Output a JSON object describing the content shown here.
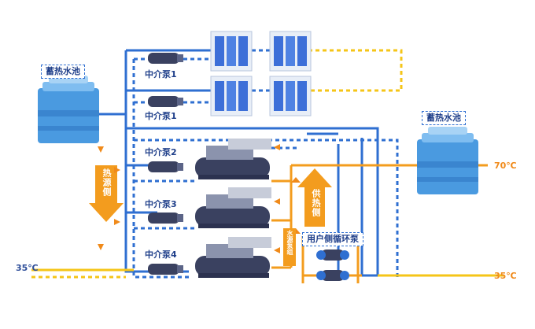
{
  "labels": {
    "tank_left": "蓄热水池",
    "tank_right": "蓄热水池",
    "pump1a": "中介泵1",
    "pump1b": "中介泵1",
    "pump2": "中介泵2",
    "pump3": "中介泵3",
    "pump4": "中介泵4",
    "heat_source_side": "热源侧",
    "heat_supply": "供热侧",
    "user_pump": "用户侧循环泵",
    "small_vertical": "水源泵组"
  },
  "temps": {
    "left_in": "35℃",
    "right_out_hot": "70℃",
    "right_return": "35℃"
  },
  "colors": {
    "blue_pipe": "#2f6fd1",
    "yellow_pipe": "#f5c518",
    "orange_pipe": "#f39c1e",
    "orange_temp": "#f08a1a",
    "tank": "#4a9ae0",
    "unit": "#3a4160"
  }
}
